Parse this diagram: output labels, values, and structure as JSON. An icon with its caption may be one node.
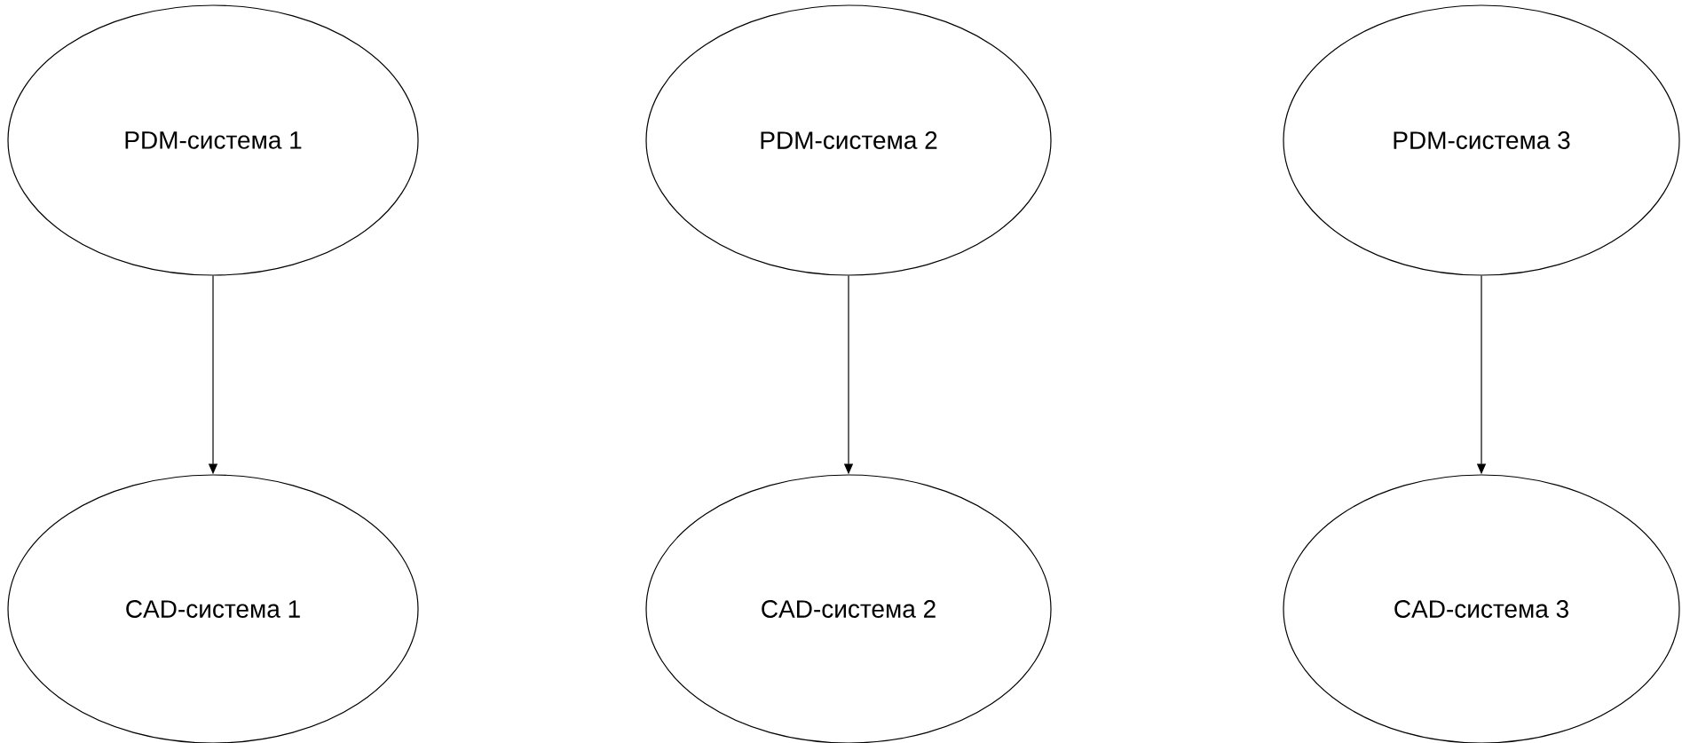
{
  "diagram": {
    "nodes": [
      {
        "text": [
          "PDM-система 1"
        ]
      },
      {
        "text": [
          "PDM-система 2"
        ]
      },
      {
        "text": [
          "PDM-система 3"
        ]
      },
      {
        "text": [
          "CAD-система 1"
        ]
      },
      {
        "text": [
          "CAD-система 2"
        ]
      },
      {
        "text": [
          "CAD-система 3"
        ]
      }
    ],
    "edges": [
      {
        "from": 0,
        "to": 3,
        "arrow": "to"
      },
      {
        "from": 1,
        "to": 4,
        "arrow": "to"
      },
      {
        "from": 2,
        "to": 5,
        "arrow": "to"
      }
    ]
  }
}
